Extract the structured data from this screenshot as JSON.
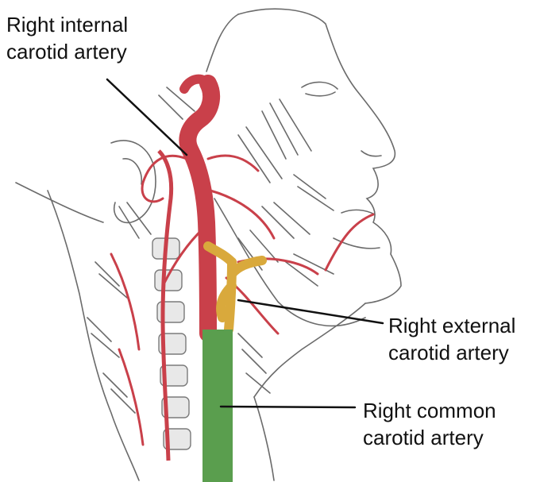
{
  "labels": {
    "internal": {
      "line1": "Right internal",
      "line2": "carotid artery"
    },
    "external": {
      "line1": "Right external",
      "line2": "carotid artery"
    },
    "common": {
      "line1": "Right common",
      "line2": "carotid artery"
    }
  },
  "colors": {
    "internal_artery": "#c9404a",
    "external_artery": "#d9a93c",
    "common_artery": "#5a9e4e",
    "sketch": "#6b6b6b",
    "leader": "#111111"
  }
}
